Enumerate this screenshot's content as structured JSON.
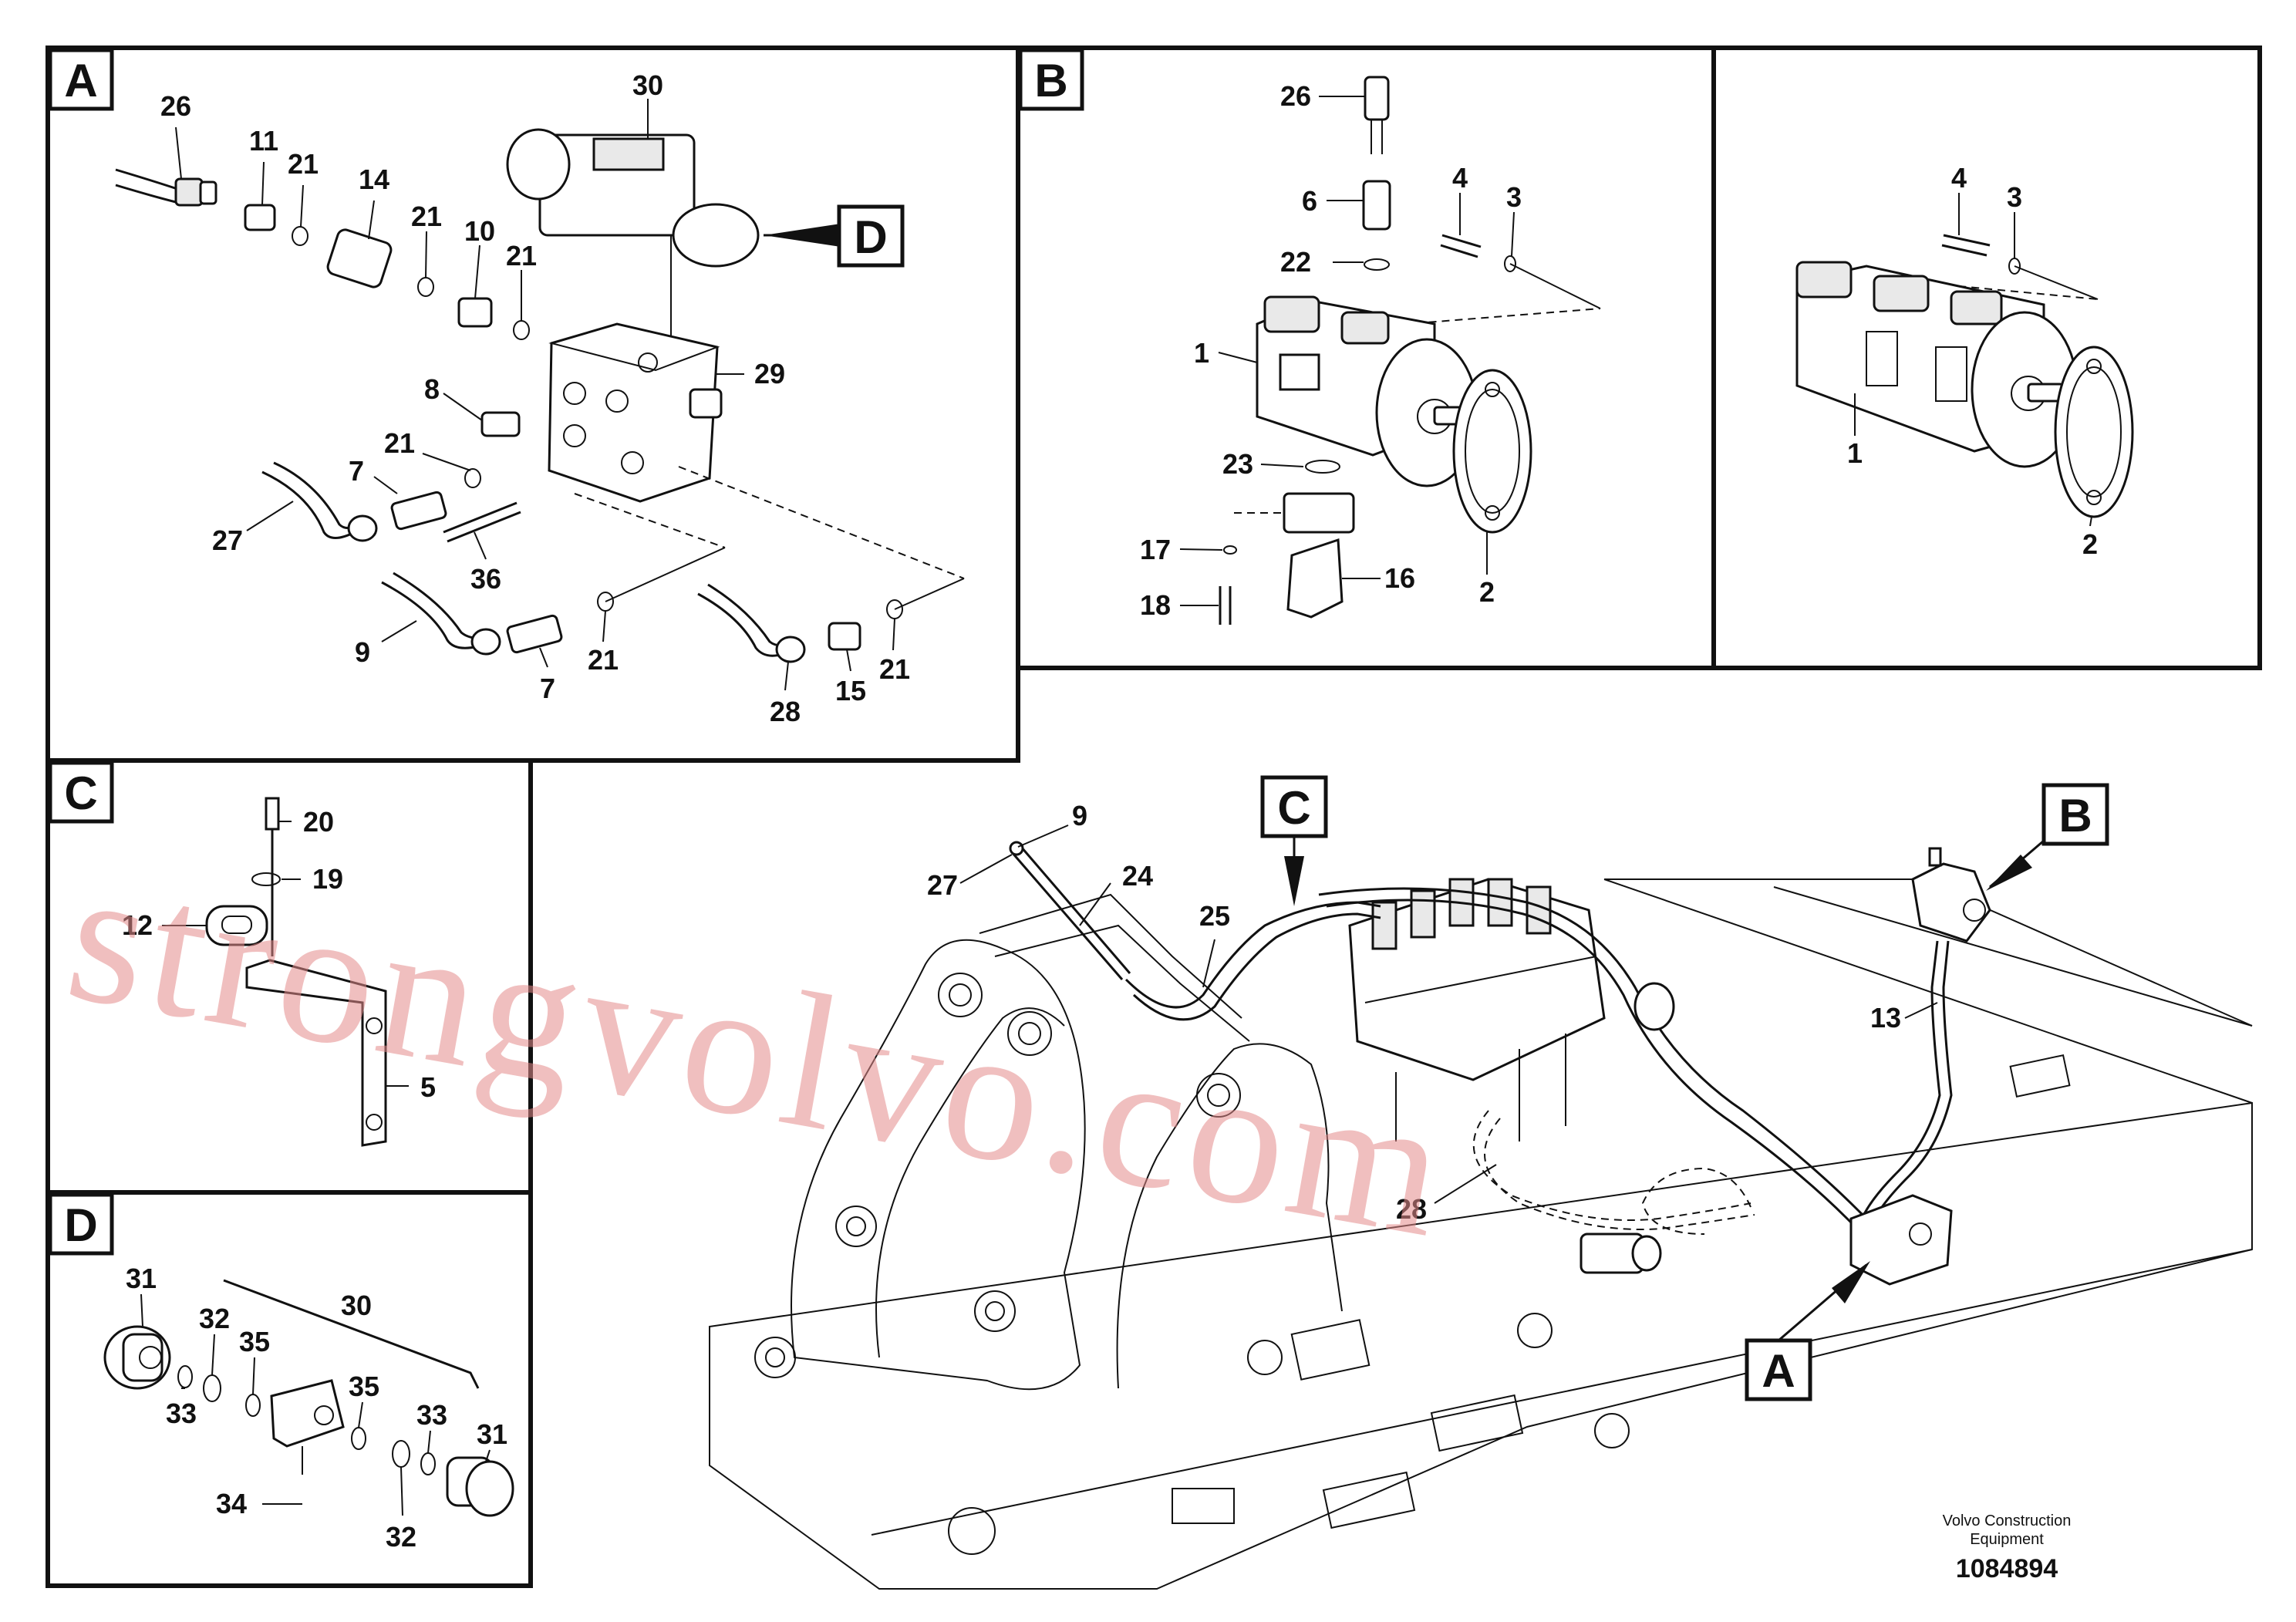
{
  "panels": {
    "A": {
      "label": "A",
      "callouts": [
        "26",
        "11",
        "21",
        "14",
        "21",
        "10",
        "21",
        "30",
        "29",
        "8",
        "21",
        "7",
        "27",
        "36",
        "9",
        "7",
        "21",
        "28",
        "15",
        "21"
      ],
      "ref_box": "D"
    },
    "B": {
      "label": "B",
      "callouts": [
        "26",
        "6",
        "22",
        "1",
        "4",
        "3",
        "23",
        "17",
        "18",
        "16",
        "2"
      ]
    },
    "B2": {
      "callouts": [
        "4",
        "3",
        "1",
        "2"
      ]
    },
    "C": {
      "label": "C",
      "callouts": [
        "20",
        "19",
        "12",
        "5"
      ]
    },
    "D": {
      "label": "D",
      "callouts": [
        "31",
        "32",
        "35",
        "30",
        "33",
        "35",
        "33",
        "31",
        "34",
        "32"
      ]
    },
    "main": {
      "callouts": [
        "9",
        "27",
        "24",
        "25",
        "13",
        "28"
      ],
      "ref_boxes": [
        "C",
        "B",
        "A"
      ]
    }
  },
  "watermark": "strongvolvo.com",
  "credit": {
    "line1": "Volvo Construction",
    "line2": "Equipment",
    "drawing_number": "1084894"
  }
}
